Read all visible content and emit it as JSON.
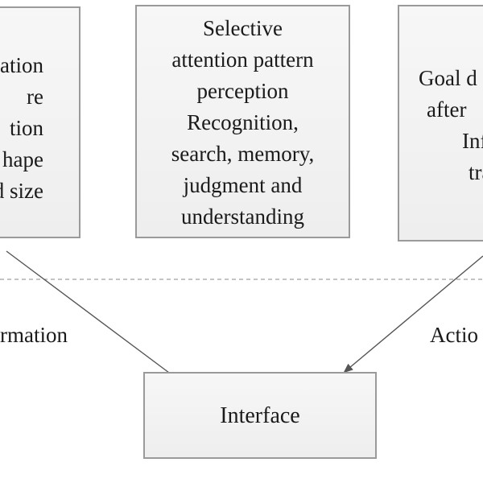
{
  "boxes": {
    "left": {
      "lines": [
        "ation",
        "re",
        "tion",
        "hape",
        "d size"
      ]
    },
    "center": {
      "lines": [
        "Selective",
        "attention pattern",
        "perception",
        "Recognition,",
        "search, memory,",
        "judgment and",
        "understanding"
      ]
    },
    "right": {
      "lines": [
        "Goal d",
        "after",
        "Inf",
        "tran"
      ]
    },
    "interface": {
      "label": "Interface"
    }
  },
  "labels": {
    "left_edge": "rmation",
    "right_edge": "Actio"
  },
  "colors": {
    "box_border": "#9a9a9a",
    "box_fill": "#f2f2f2",
    "arrow": "#555555",
    "dashed_line": "#888888"
  }
}
